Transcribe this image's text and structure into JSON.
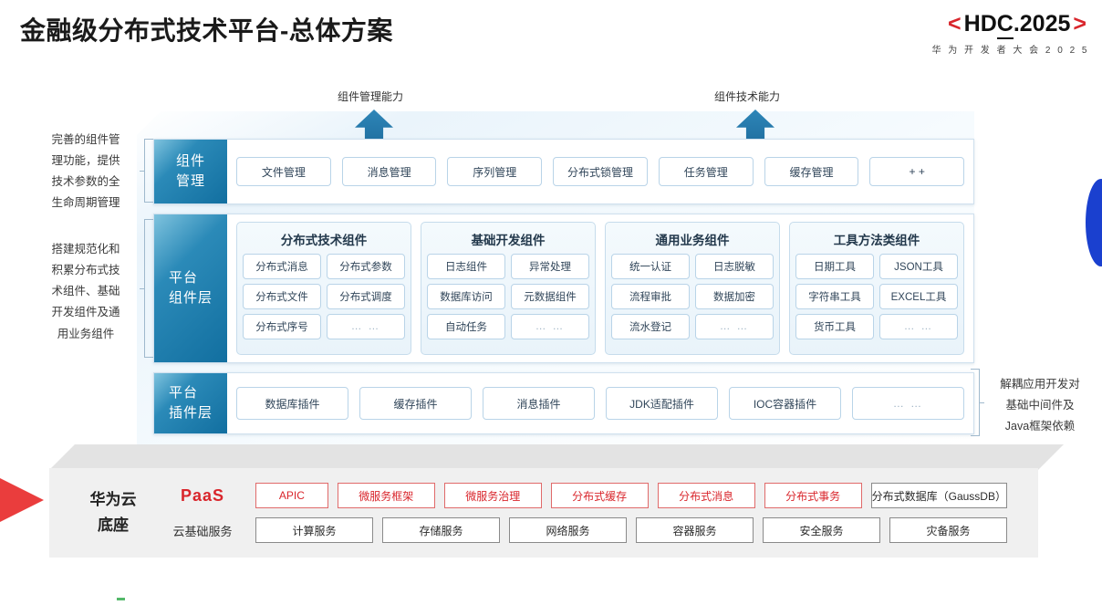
{
  "header": {
    "title": "金融级分布式技术平台-总体方案",
    "logo": {
      "bracket_left": "<",
      "main_a": "HD",
      "main_underlined": "C",
      "main_b": ".2025",
      "bracket_right": ">",
      "subtitle": "华 为 开 发 者 大 会 2 0 2 5",
      "bracket_color": "#d9262c"
    }
  },
  "arrows": [
    {
      "label": "组件管理能力"
    },
    {
      "label": "组件技术能力"
    }
  ],
  "side_notes": {
    "left_top": "完善的组件管\n理功能，提供\n技术参数的全\n生命周期管理",
    "left_bottom": "搭建规范化和\n积累分布式技\n术组件、基础\n开发组件及通\n用业务组件",
    "right": "解耦应用开发对\n基础中间件及\nJava框架依赖"
  },
  "rows": {
    "management": {
      "label": "组件\n管理",
      "items": [
        "文件管理",
        "消息管理",
        "序列管理",
        "分布式锁管理",
        "任务管理",
        "缓存管理",
        "+ +"
      ]
    },
    "component_layer": {
      "label": "平台\n组件层",
      "groups": [
        {
          "title": "分布式技术组件",
          "items": [
            "分布式消息",
            "分布式参数",
            "分布式文件",
            "分布式调度",
            "分布式序号",
            "… …"
          ]
        },
        {
          "title": "基础开发组件",
          "items": [
            "日志组件",
            "异常处理",
            "数据库访问",
            "元数据组件",
            "自动任务",
            "… …"
          ]
        },
        {
          "title": "通用业务组件",
          "items": [
            "统一认证",
            "日志脱敏",
            "流程审批",
            "数据加密",
            "流水登记",
            "… …"
          ]
        },
        {
          "title": "工具方法类组件",
          "items": [
            "日期工具",
            "JSON工具",
            "字符串工具",
            "EXCEL工具",
            "货币工具",
            "… …"
          ]
        }
      ]
    },
    "plugin_layer": {
      "label": "平台\n插件层",
      "items": [
        "数据库插件",
        "缓存插件",
        "消息插件",
        "JDK适配插件",
        "IOC容器插件",
        "… …"
      ]
    }
  },
  "base": {
    "title": "华为云\n底座",
    "paas": {
      "label": "PaaS",
      "items": [
        {
          "text": "APIC",
          "style": "red"
        },
        {
          "text": "微服务框架",
          "style": "red"
        },
        {
          "text": "微服务治理",
          "style": "red"
        },
        {
          "text": "分布式缓存",
          "style": "red"
        },
        {
          "text": "分布式消息",
          "style": "red"
        },
        {
          "text": "分布式事务",
          "style": "red"
        },
        {
          "text": "分布式数据库（GaussDB）",
          "style": "gray"
        }
      ]
    },
    "cloud": {
      "label": "云基础服务",
      "items": [
        "计算服务",
        "存储服务",
        "网络服务",
        "容器服务",
        "安全服务",
        "灾备服务"
      ]
    }
  },
  "colors": {
    "accent_red": "#d9262c",
    "accent_blue": "#126fa0",
    "chip_border": "#b9d4e8",
    "base_bg": "#f0f0f0",
    "blue_lens": "#1a40cf",
    "red_wedge": "#ea3d3d"
  }
}
